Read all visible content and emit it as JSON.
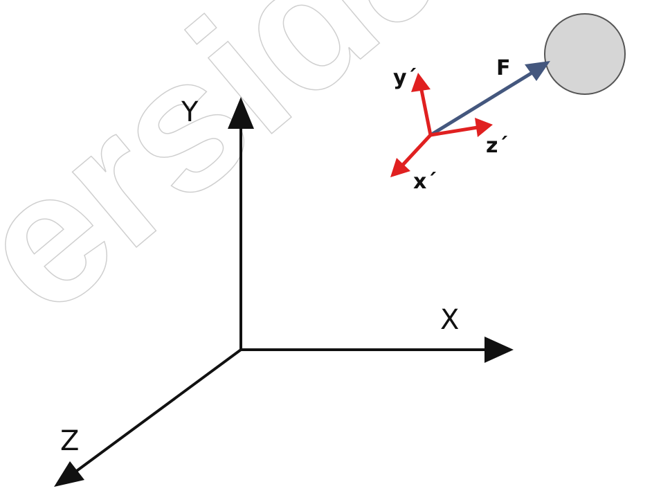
{
  "colors": {
    "axis": "#111111",
    "local_axis": "#e02020",
    "force": "#44577e",
    "body_fill": "#d6d6d6",
    "body_stroke": "#555555",
    "watermark": "#cfcfcf"
  },
  "global_axes": {
    "x_label": "X",
    "y_label": "Y",
    "z_label": "Z"
  },
  "local_axes": {
    "x_label": "x´",
    "y_label": "y´",
    "z_label": "z´"
  },
  "force": {
    "label": "F"
  },
  "watermark": {
    "text": "ersida"
  }
}
